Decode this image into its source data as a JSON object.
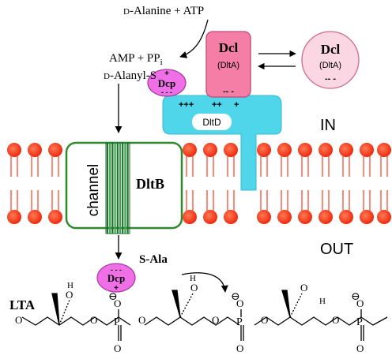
{
  "reaction": {
    "substrates_prefix": "D",
    "substrates": "-Alanine + ATP",
    "products": "AMP + PP",
    "products_sub": "i",
    "intermediate_prefix": "D",
    "intermediate": "-Alanyl-S"
  },
  "proteins": {
    "dcl_bound": {
      "name": "Dcl",
      "gene": "(DltA)",
      "charges": "-- -"
    },
    "dcl_free": {
      "name": "Dcl",
      "gene": "(DltA)",
      "charges": "-- -"
    },
    "dcp_top": {
      "name": "Dcp",
      "charge_top": "+",
      "charge_bottom": "- - -"
    },
    "dcp_bottom": {
      "name": "Dcp",
      "charge_top": "- - -",
      "charge_bottom": "+"
    },
    "dltd": {
      "name": "DltD",
      "charges_left": "+++",
      "charges_mid": "++",
      "charges_right": "+"
    },
    "dltb": {
      "name": "DltB",
      "channel": "channel"
    }
  },
  "compartments": {
    "inside": "IN",
    "outside": "OUT"
  },
  "lta": {
    "label": "LTA",
    "transfer_label": "S-Ala",
    "oh": "H",
    "o": "O",
    "p": "P",
    "minus": "⊖"
  },
  "colors": {
    "lipid_head": "#ff3b1a",
    "dcl_fill": "#f57ea6",
    "dcl_free_fill": "#fbd6e3",
    "dcp_fill": "#ee6fe6",
    "dltd_fill": "#4fd6ea",
    "dltb_border": "#2f8a2f",
    "channel_green": "#2b8a3a"
  }
}
